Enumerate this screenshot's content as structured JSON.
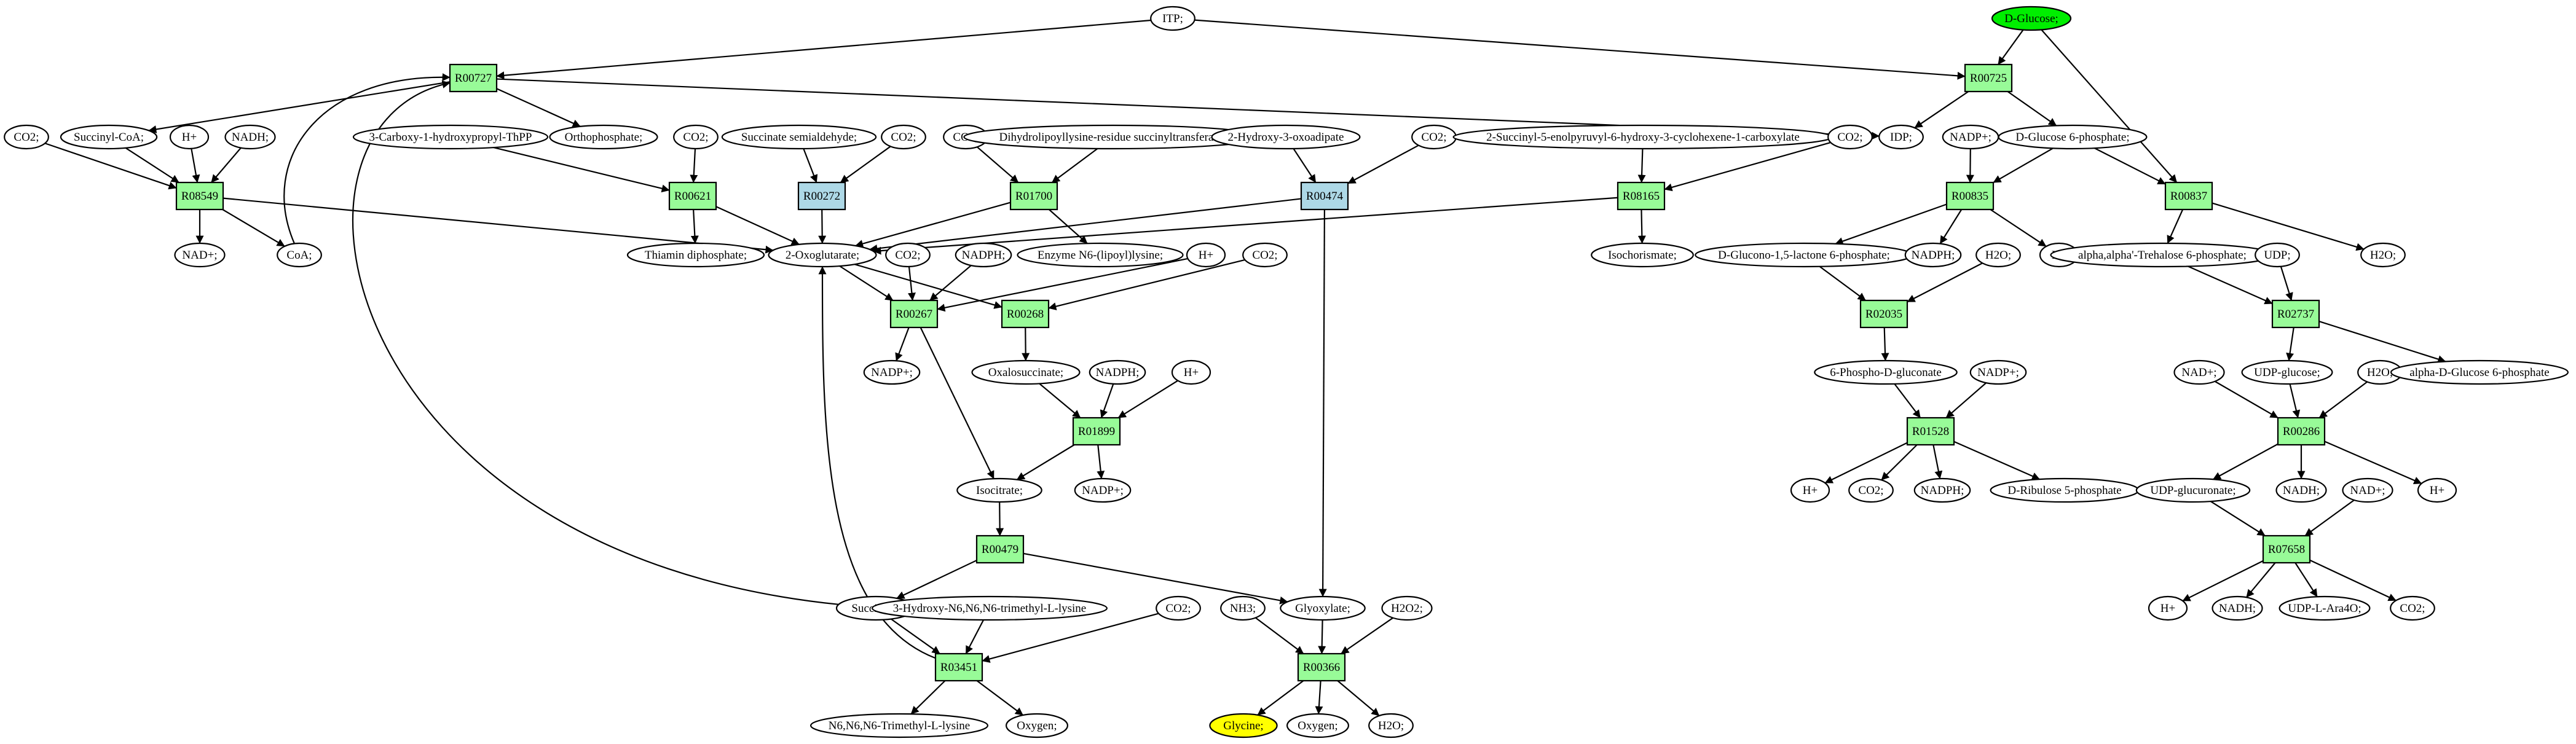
{
  "colors": {
    "reaction_green": "#98fb98",
    "reaction_blue": "#add8e6",
    "start_node": "#00ee00",
    "target_node": "#ffff00",
    "node_default": "#ffffff"
  },
  "nodes": [
    {
      "id": "ITP",
      "label": "ITP;"
    },
    {
      "id": "DGLU",
      "label": "D-Glucose;",
      "style": "start"
    },
    {
      "id": "R00727",
      "label": "R00727",
      "type": "reaction"
    },
    {
      "id": "R00725",
      "label": "R00725",
      "type": "reaction"
    },
    {
      "id": "CO2_1",
      "label": "CO2;"
    },
    {
      "id": "SUCCOA",
      "label": "Succinyl-CoA;"
    },
    {
      "id": "HP_1",
      "label": "H+"
    },
    {
      "id": "NADH_1",
      "label": "NADH;"
    },
    {
      "id": "CARBOXY",
      "label": "3-Carboxy-1-hydroxypropyl-ThPP"
    },
    {
      "id": "ORTHO",
      "label": "Orthophosphate;"
    },
    {
      "id": "CO2_2",
      "label": "CO2;"
    },
    {
      "id": "SUCSEMI",
      "label": "Succinate semialdehyde;"
    },
    {
      "id": "CO2_3",
      "label": "CO2;"
    },
    {
      "id": "CO2_4",
      "label": "CO2;"
    },
    {
      "id": "DIHYD",
      "label": "Dihydrolipoyllysine-residue succinyltransferase]"
    },
    {
      "id": "HYDROXO",
      "label": "2-Hydroxy-3-oxoadipate"
    },
    {
      "id": "CO2_5",
      "label": "CO2;"
    },
    {
      "id": "SUCENOL",
      "label": "2-Succinyl-5-enolpyruvyl-6-hydroxy-3-cyclohexene-1-carboxylate"
    },
    {
      "id": "CO2_6",
      "label": "CO2;"
    },
    {
      "id": "IDP",
      "label": "IDP;"
    },
    {
      "id": "NADP_1",
      "label": "NADP+;"
    },
    {
      "id": "DG6P",
      "label": "D-Glucose 6-phosphate;"
    },
    {
      "id": "R08549",
      "label": "R08549",
      "type": "reaction"
    },
    {
      "id": "R00621",
      "label": "R00621",
      "type": "reaction"
    },
    {
      "id": "R00272",
      "label": "R00272",
      "type": "reaction",
      "style": "blue"
    },
    {
      "id": "R01700",
      "label": "R01700",
      "type": "reaction"
    },
    {
      "id": "R00474",
      "label": "R00474",
      "type": "reaction",
      "style": "blue"
    },
    {
      "id": "R08165",
      "label": "R08165",
      "type": "reaction"
    },
    {
      "id": "R00835",
      "label": "R00835",
      "type": "reaction"
    },
    {
      "id": "R00837",
      "label": "R00837",
      "type": "reaction"
    },
    {
      "id": "NAD_1",
      "label": "NAD+;"
    },
    {
      "id": "COA",
      "label": "CoA;"
    },
    {
      "id": "THIAMIN",
      "label": "Thiamin diphosphate;"
    },
    {
      "id": "OXOG",
      "label": "2-Oxoglutarate;"
    },
    {
      "id": "CO2_7",
      "label": "CO2;"
    },
    {
      "id": "NADPH_1",
      "label": "NADPH;"
    },
    {
      "id": "ENZN6",
      "label": "Enzyme N6-(lipoyl)lysine;"
    },
    {
      "id": "HP_2",
      "label": "H+"
    },
    {
      "id": "CO2_8",
      "label": "CO2;"
    },
    {
      "id": "ISOCHOR",
      "label": "Isochorismate;"
    },
    {
      "id": "DGLUCONO",
      "label": "D-Glucono-1,5-lactone 6-phosphate;"
    },
    {
      "id": "NADPH_2",
      "label": "NADPH;"
    },
    {
      "id": "H2O_1",
      "label": "H2O;"
    },
    {
      "id": "HP_3",
      "label": "H+"
    },
    {
      "id": "TREH6P",
      "label": "alpha,alpha'-Trehalose 6-phosphate;"
    },
    {
      "id": "UDP",
      "label": "UDP;"
    },
    {
      "id": "H2O_2",
      "label": "H2O;"
    },
    {
      "id": "R00267",
      "label": "R00267",
      "type": "reaction"
    },
    {
      "id": "R00268",
      "label": "R00268",
      "type": "reaction"
    },
    {
      "id": "R02035",
      "label": "R02035",
      "type": "reaction"
    },
    {
      "id": "R02737",
      "label": "R02737",
      "type": "reaction"
    },
    {
      "id": "NADP_2",
      "label": "NADP+;"
    },
    {
      "id": "OXALO",
      "label": "Oxalosuccinate;"
    },
    {
      "id": "NADPH_3",
      "label": "NADPH;"
    },
    {
      "id": "HP_4",
      "label": "H+"
    },
    {
      "id": "PHOSPHOGLUC",
      "label": "6-Phospho-D-gluconate"
    },
    {
      "id": "NADP_3",
      "label": "NADP+;"
    },
    {
      "id": "NAD_2",
      "label": "NAD+;"
    },
    {
      "id": "UDPGLC",
      "label": "UDP-glucose;"
    },
    {
      "id": "H2O_3",
      "label": "H2O;"
    },
    {
      "id": "AG6P",
      "label": "alpha-D-Glucose 6-phosphate"
    },
    {
      "id": "R01899",
      "label": "R01899",
      "type": "reaction"
    },
    {
      "id": "R01528",
      "label": "R01528",
      "type": "reaction"
    },
    {
      "id": "R00286",
      "label": "R00286",
      "type": "reaction"
    },
    {
      "id": "ISOCIT",
      "label": "Isocitrate;"
    },
    {
      "id": "NADP_4",
      "label": "NADP+;"
    },
    {
      "id": "HP_5",
      "label": "H+"
    },
    {
      "id": "CO2_9",
      "label": "CO2;"
    },
    {
      "id": "NADPH_4",
      "label": "NADPH;"
    },
    {
      "id": "DRIBU",
      "label": "D-Ribulose 5-phosphate"
    },
    {
      "id": "UDPGLCA",
      "label": "UDP-glucuronate;"
    },
    {
      "id": "NADH_2",
      "label": "NADH;"
    },
    {
      "id": "NAD_3",
      "label": "NAD+;"
    },
    {
      "id": "HP_6",
      "label": "H+"
    },
    {
      "id": "R00479",
      "label": "R00479",
      "type": "reaction"
    },
    {
      "id": "R07658",
      "label": "R07658",
      "type": "reaction"
    },
    {
      "id": "SUCC",
      "label": "Succinate;"
    },
    {
      "id": "HTML",
      "label": "3-Hydroxy-N6,N6,N6-trimethyl-L-lysine"
    },
    {
      "id": "CO2_10",
      "label": "CO2;"
    },
    {
      "id": "NH3",
      "label": "NH3;"
    },
    {
      "id": "GLYOX",
      "label": "Glyoxylate;"
    },
    {
      "id": "H2O2",
      "label": "H2O2;"
    },
    {
      "id": "HP_7",
      "label": "H+"
    },
    {
      "id": "NADH_3",
      "label": "NADH;"
    },
    {
      "id": "UDPARA",
      "label": "UDP-L-Ara4O;"
    },
    {
      "id": "CO2_11",
      "label": "CO2;"
    },
    {
      "id": "R03451",
      "label": "R03451",
      "type": "reaction"
    },
    {
      "id": "R00366",
      "label": "R00366",
      "type": "reaction"
    },
    {
      "id": "TML",
      "label": "N6,N6,N6-Trimethyl-L-lysine"
    },
    {
      "id": "OXY_1",
      "label": "Oxygen;"
    },
    {
      "id": "GLY",
      "label": "Glycine;",
      "style": "target"
    },
    {
      "id": "OXY_2",
      "label": "Oxygen;"
    },
    {
      "id": "H2O_4",
      "label": "H2O;"
    }
  ],
  "edges": [
    [
      "ITP",
      "R00727"
    ],
    [
      "ITP",
      "R00725"
    ],
    [
      "DGLU",
      "R00725"
    ],
    [
      "DGLU",
      "R00837"
    ],
    [
      "R00727",
      "SUCCOA"
    ],
    [
      "R00727",
      "ORTHO"
    ],
    [
      "R00727",
      "IDP"
    ],
    [
      "R00725",
      "IDP"
    ],
    [
      "R00725",
      "DG6P"
    ],
    [
      "CO2_1",
      "R08549"
    ],
    [
      "SUCCOA",
      "R08549"
    ],
    [
      "HP_1",
      "R08549"
    ],
    [
      "NADH_1",
      "R08549"
    ],
    [
      "R08549",
      "NAD_1"
    ],
    [
      "R08549",
      "COA"
    ],
    [
      "R08549",
      "OXOG"
    ],
    [
      "COA",
      "R00727"
    ],
    [
      "CARBOXY",
      "R00621"
    ],
    [
      "CO2_2",
      "R00621"
    ],
    [
      "R00621",
      "THIAMIN"
    ],
    [
      "R00621",
      "OXOG"
    ],
    [
      "SUCSEMI",
      "R00272"
    ],
    [
      "CO2_3",
      "R00272"
    ],
    [
      "R00272",
      "OXOG"
    ],
    [
      "CO2_4",
      "R01700"
    ],
    [
      "DIHYD",
      "R01700"
    ],
    [
      "R01700",
      "OXOG"
    ],
    [
      "R01700",
      "ENZN6"
    ],
    [
      "HYDROXO",
      "R00474"
    ],
    [
      "CO2_5",
      "R00474"
    ],
    [
      "R00474",
      "OXOG"
    ],
    [
      "R00474",
      "GLYOX"
    ],
    [
      "SUCENOL",
      "R08165"
    ],
    [
      "CO2_6",
      "R08165"
    ],
    [
      "R08165",
      "OXOG"
    ],
    [
      "R08165",
      "ISOCHOR"
    ],
    [
      "NADP_1",
      "R00835"
    ],
    [
      "DG6P",
      "R00835"
    ],
    [
      "DG6P",
      "R00837"
    ],
    [
      "R00835",
      "DGLUCONO"
    ],
    [
      "R00835",
      "NADPH_2"
    ],
    [
      "R00835",
      "HP_3"
    ],
    [
      "R00837",
      "TREH6P"
    ],
    [
      "R00837",
      "H2O_2"
    ],
    [
      "OXOG",
      "R00267"
    ],
    [
      "OXOG",
      "R00268"
    ],
    [
      "CO2_7",
      "R00267"
    ],
    [
      "NADPH_1",
      "R00267"
    ],
    [
      "HP_2",
      "R00267"
    ],
    [
      "CO2_8",
      "R00268"
    ],
    [
      "R00267",
      "NADP_2"
    ],
    [
      "R00267",
      "ISOCIT"
    ],
    [
      "R00268",
      "OXALO"
    ],
    [
      "OXALO",
      "R01899"
    ],
    [
      "NADPH_3",
      "R01899"
    ],
    [
      "HP_4",
      "R01899"
    ],
    [
      "R01899",
      "ISOCIT"
    ],
    [
      "R01899",
      "NADP_4"
    ],
    [
      "DGLUCONO",
      "R02035"
    ],
    [
      "H2O_1",
      "R02035"
    ],
    [
      "R02035",
      "PHOSPHOGLUC"
    ],
    [
      "PHOSPHOGLUC",
      "R01528"
    ],
    [
      "NADP_3",
      "R01528"
    ],
    [
      "R01528",
      "HP_5"
    ],
    [
      "R01528",
      "CO2_9"
    ],
    [
      "R01528",
      "NADPH_4"
    ],
    [
      "R01528",
      "DRIBU"
    ],
    [
      "TREH6P",
      "R02737"
    ],
    [
      "UDP",
      "R02737"
    ],
    [
      "R02737",
      "UDPGLC"
    ],
    [
      "R02737",
      "AG6P"
    ],
    [
      "NAD_2",
      "R00286"
    ],
    [
      "UDPGLC",
      "R00286"
    ],
    [
      "H2O_3",
      "R00286"
    ],
    [
      "R00286",
      "UDPGLCA"
    ],
    [
      "R00286",
      "NADH_2"
    ],
    [
      "R00286",
      "HP_6"
    ],
    [
      "UDPGLCA",
      "R07658"
    ],
    [
      "NAD_3",
      "R07658"
    ],
    [
      "R07658",
      "HP_7"
    ],
    [
      "R07658",
      "NADH_3"
    ],
    [
      "R07658",
      "UDPARA"
    ],
    [
      "R07658",
      "CO2_11"
    ],
    [
      "ISOCIT",
      "R00479"
    ],
    [
      "R00479",
      "SUCC"
    ],
    [
      "R00479",
      "GLYOX"
    ],
    [
      "SUCC",
      "R03451"
    ],
    [
      "SUCC",
      "R00727"
    ],
    [
      "HTML",
      "R03451"
    ],
    [
      "CO2_10",
      "R03451"
    ],
    [
      "R03451",
      "TML"
    ],
    [
      "R03451",
      "OXY_1"
    ],
    [
      "R03451",
      "OXOG"
    ],
    [
      "NH3",
      "R00366"
    ],
    [
      "GLYOX",
      "R00366"
    ],
    [
      "H2O2",
      "R00366"
    ],
    [
      "R00366",
      "GLY"
    ],
    [
      "R00366",
      "OXY_2"
    ],
    [
      "R00366",
      "H2O_4"
    ]
  ]
}
